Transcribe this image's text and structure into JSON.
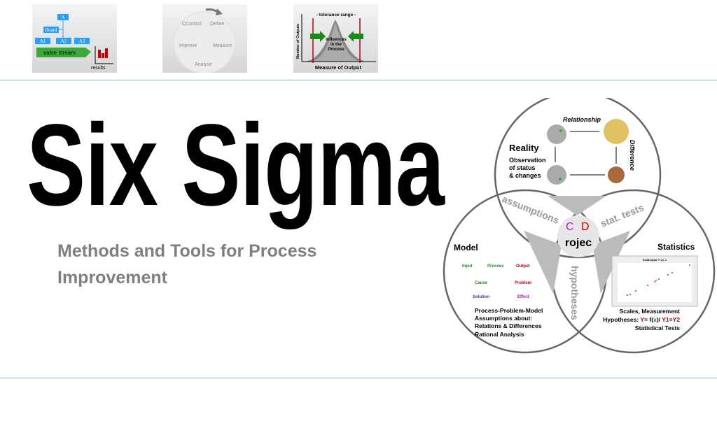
{
  "slide": {
    "title": "Six Sigma",
    "subtitle": "Methods and Tools for Process Improvement"
  },
  "thumbnails": {
    "org": {
      "top": "A",
      "mid": "Board",
      "leaves": [
        "A1",
        "A2",
        "A3"
      ],
      "stream": "value stream",
      "results": "results"
    },
    "dmaic": {
      "control": "Control",
      "define": "Define",
      "improve": "Improve",
      "measure": "Measure",
      "analyse": "Analyse"
    },
    "tolerance": {
      "range": "- tolerance range -",
      "influence": [
        "Influences",
        "in the",
        "Process"
      ],
      "ylabel": "Number of Outputs",
      "xlabel": "Measure of Output"
    }
  },
  "venn": {
    "relationship": "Relationship",
    "difference": "Difference",
    "reality": "Reality",
    "observation": [
      "Observation",
      "of status",
      "& changes"
    ],
    "assumptions": "assumptions",
    "stat_tests": "stat. tests",
    "hypotheses": "hypotheses",
    "center": {
      "c": "C",
      "d": "D",
      "text": "rojec"
    },
    "model": "Model",
    "model_grid": [
      "Input",
      "Process",
      "Output",
      "Cause",
      "Problem",
      "Solution",
      "Effect"
    ],
    "model_lines": [
      "Process-Problem-Model",
      "Assumptions about:",
      "Relations & Differences",
      "Rational Analysis"
    ],
    "statistics": "Statistics",
    "scatter_title": "Scatterplot Y vs. x",
    "stat_lines": [
      "Scales, Measurement",
      "Statistical Tests"
    ],
    "hyp": {
      "prefix": "Hypotheses: ",
      "y": "Y",
      "eq": "= f(",
      "x": "x",
      "mid": ")/ ",
      "y1": "Y1",
      "eq2": "=",
      "y2": "Y2"
    }
  },
  "colors": {
    "rule": "#8fb8c0",
    "subtitle": "#7f7f7f",
    "red": "#c00000",
    "green": "#1a8a1a"
  }
}
